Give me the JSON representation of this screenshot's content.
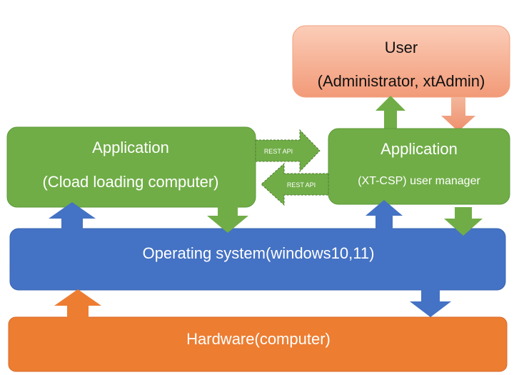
{
  "user": {
    "title": "User",
    "subtitle": "(Administrator, xtAdmin)"
  },
  "app_left": {
    "title": "Application",
    "subtitle": "(Cload loading computer)"
  },
  "app_right": {
    "title": "Application",
    "subtitle": "(XT-CSP) user manager"
  },
  "os": {
    "label": "Operating system(windows10,11)"
  },
  "hardware": {
    "label": "Hardware(computer)"
  },
  "connections": {
    "rest_api_right": "REST API",
    "rest_api_left": "REST API"
  },
  "colors": {
    "green": "#70ad47",
    "blue": "#4472c4",
    "orange": "#ed7d31",
    "salmon_top": "#f5b99f",
    "salmon_bottom": "#f08d6c"
  }
}
